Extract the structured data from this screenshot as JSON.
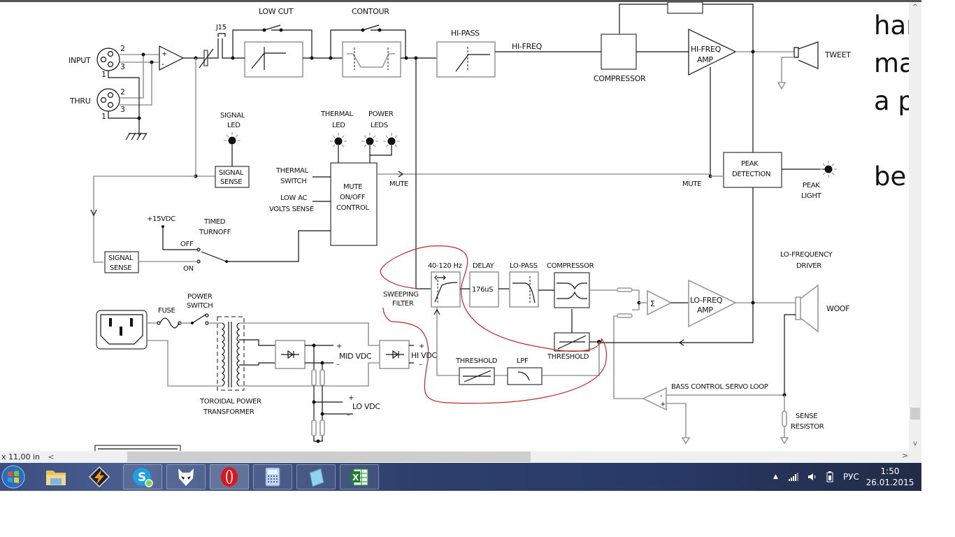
{
  "diagram": {
    "input_section": {
      "input_label": "INPUT",
      "thru_label": "THRU",
      "pin_2": "2",
      "pin_3": "3",
      "pin_1": "1",
      "jack_label": "J15"
    },
    "filters": {
      "low_cut": "LOW CUT",
      "contour": "CONTOUR",
      "hi_pass": "HI-PASS",
      "hi_freq_signal": "HI-FREQ"
    },
    "hf_chain": {
      "compressor": "COMPRESSOR",
      "amp_line1": "HI-FREQ",
      "amp_line2": "AMP",
      "tweeter": "TWEET"
    },
    "indicators": {
      "signal_led_1": "SIGNAL",
      "signal_led_2": "LED",
      "thermal_led_1": "THERMAL",
      "thermal_led_2": "LED",
      "power_leds_1": "POWER",
      "power_leds_2": "LEDS",
      "peak_light_1": "PEAK",
      "peak_light_2": "LIGHT"
    },
    "control": {
      "signal_sense_1": "SIGNAL",
      "signal_sense_2": "SENSE",
      "thermal_switch_1": "THERMAL",
      "thermal_switch_2": "SWITCH",
      "low_ac_1": "LOW AC",
      "low_ac_2": "VOLTS SENSE",
      "mute_1": "MUTE",
      "mute_2": "ON/OFF",
      "mute_3": "CONTROL",
      "mute_signal": "MUTE",
      "mute_signal_right": "MUTE",
      "peak_det_1": "PEAK",
      "peak_det_2": "DETECTION",
      "vdc15": "+15VDC",
      "timed_1": "TIMED",
      "timed_2": "TURNOFF",
      "off": "OFF",
      "on": "ON"
    },
    "lf_chain": {
      "sweep_1": "SWEEPING",
      "sweep_2": "FILTER",
      "freq_range": "40-120 Hz",
      "delay": "DELAY",
      "delay_value": "176uS",
      "lo_pass": "LO-PASS",
      "compressor": "COMPRESSOR",
      "threshold_a": "THRESHOLD",
      "threshold_b": "THRESHOLD",
      "lpf": "LPF",
      "sigma": "Σ",
      "amp_line1": "LO-FREQ",
      "amp_line2": "AMP",
      "driver_1": "LO-FREQUENCY",
      "driver_2": "DRIVER",
      "woofer": "WOOF",
      "servo": "BASS CONTROL SERVO LOOP",
      "sense_1": "SENSE",
      "sense_2": "RESISTOR"
    },
    "power": {
      "fuse": "FUSE",
      "switch_1": "POWER",
      "switch_2": "SWITCH",
      "xfmr_1": "TOROIDAL POWER",
      "xfmr_2": "TRANSFORMER",
      "mid_vdc": "MID VDC",
      "hi_vdc": "HI VDC",
      "lo_vdc": "LO VDC",
      "plus": "+",
      "minus": "–"
    }
  },
  "side_document": {
    "lines": [
      "har",
      "ma",
      "a p",
      "be"
    ]
  },
  "window": {
    "status_text": "x 11,00 in",
    "scroll_left": "<",
    "scroll_right": ">",
    "scroll_up": "^",
    "scroll_down": "v"
  },
  "taskbar": {
    "apps": [
      {
        "name": "start",
        "icon": "windows-start-icon"
      },
      {
        "name": "explorer",
        "icon": "folder-icon"
      },
      {
        "name": "winamp",
        "icon": "winamp-icon"
      },
      {
        "name": "skype",
        "icon": "skype-icon",
        "glyph": "S"
      },
      {
        "name": "foobar",
        "icon": "alien-icon"
      },
      {
        "name": "opera",
        "icon": "opera-icon",
        "glyph": "O"
      },
      {
        "name": "calculator",
        "icon": "calculator-icon"
      },
      {
        "name": "notepad",
        "icon": "notepad-icon"
      },
      {
        "name": "excel",
        "icon": "excel-icon",
        "glyph": "X"
      }
    ],
    "tray": {
      "show_hidden": "▲",
      "language": "РУС",
      "time": "1:50",
      "date": "26.01.2015"
    }
  },
  "colors": {
    "annotation_red": "#c0282a",
    "taskbar": "#2e3f6c",
    "wire_grey": "#999999"
  }
}
